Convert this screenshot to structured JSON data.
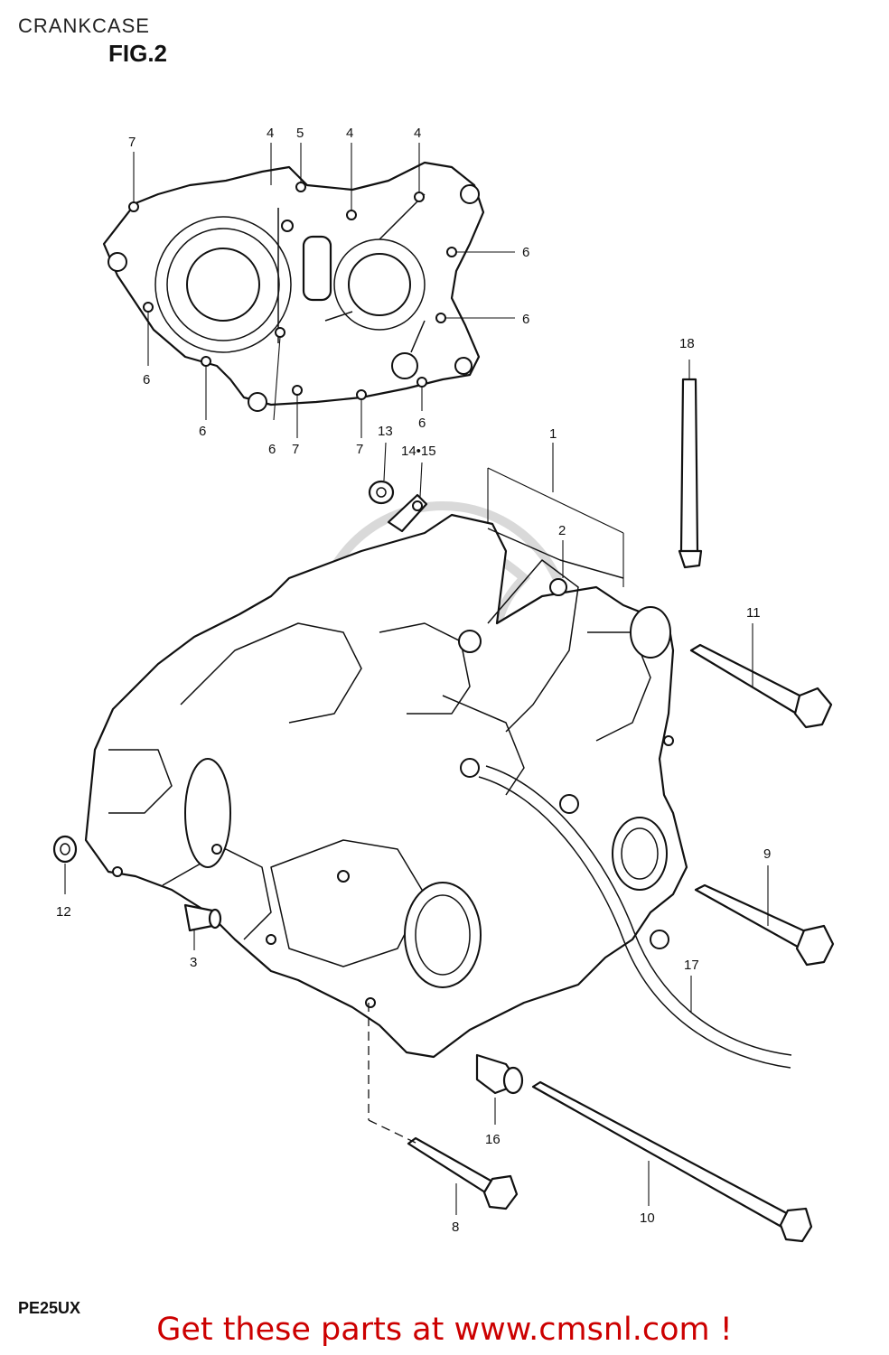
{
  "header": {
    "title": "CRANKCASE",
    "figure": "FIG.2"
  },
  "footer": {
    "model_code": "PE25UX",
    "promo": "Get these parts at www.cmsnl.com !"
  },
  "callouts": {
    "c1": "1",
    "c2": "2",
    "c3": "3",
    "c4a": "4",
    "c4b": "4",
    "c4c": "4",
    "c5": "5",
    "c6a": "6",
    "c6b": "6",
    "c6c": "6",
    "c6d": "6",
    "c6e": "6",
    "c6f": "6",
    "c7a": "7",
    "c7b": "7",
    "c7c": "7",
    "c8": "8",
    "c9": "9",
    "c10": "10",
    "c11": "11",
    "c12": "12",
    "c13": "13",
    "c14_15": "14•15",
    "c16": "16",
    "c17": "17",
    "c18": "18"
  }
}
